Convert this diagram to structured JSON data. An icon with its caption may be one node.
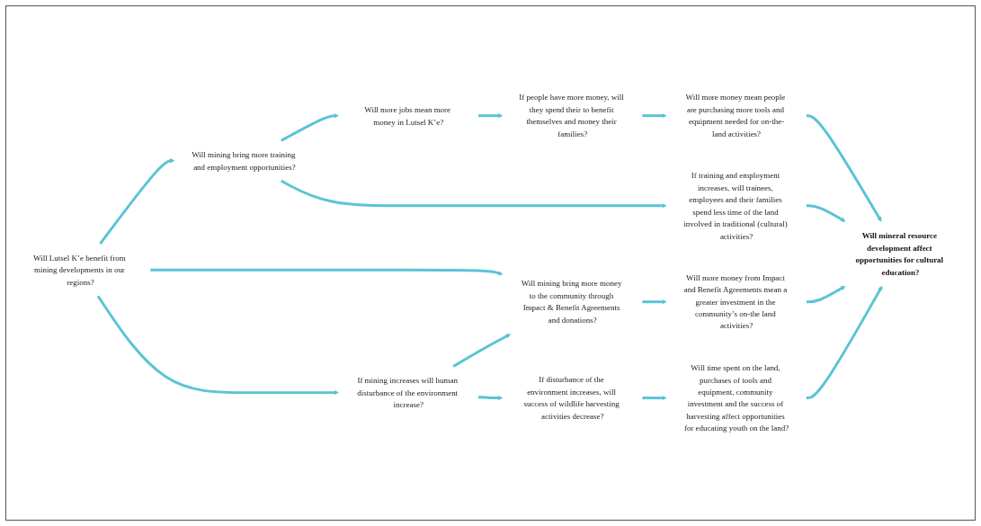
{
  "diagram": {
    "nodes": [
      {
        "text": [
          "Will Lutsel K’e benefit from mining developments in our regions?"
        ]
      },
      {
        "text": [
          "Will mining bring more training and employment opportunities?"
        ]
      },
      {
        "text": [
          "Will more jobs mean more money in Lutsel K’e?"
        ]
      },
      {
        "text": [
          "If people have more money, will they spend their to benefit themselves and money their families?"
        ]
      },
      {
        "text": [
          "Will more money mean people are purchasing more tools and equipment needed for on-the-land activities?"
        ]
      },
      {
        "text": [
          "If training and employment increases, will trainees, employees and their families spend less time of the land involved in traditional (cultural) activities?"
        ]
      },
      {
        "text": [
          "If mining increases will human disturbance of the environment increase?"
        ]
      },
      {
        "text": [
          "Will mining bring more money to the community through Impact & Benefit Agreements and donations?"
        ]
      },
      {
        "text": [
          "Will more money from Impact and Benefit Agreements mean a greater investment in the community’s on-the land activities?"
        ]
      },
      {
        "text": [
          "Will mineral resource development affect opportunities for cultural education?"
        ]
      },
      {
        "text": [
          "If disturbance of the environment increases, will success of wildlife harvesting activities decrease?"
        ]
      },
      {
        "text": [
          "Will time spent on the land, purchases of tools and equipment, community investment and the success of harvesting affect opportunities for educating youth on the land?"
        ]
      }
    ],
    "edges": [
      {
        "from": 0,
        "to": 1,
        "arrow": "to"
      },
      {
        "from": 1,
        "to": 2,
        "arrow": "to"
      },
      {
        "from": 2,
        "to": 3,
        "arrow": "to"
      },
      {
        "from": 3,
        "to": 4,
        "arrow": "to"
      },
      {
        "from": 1,
        "to": 5,
        "arrow": "to"
      },
      {
        "from": 0,
        "to": 7,
        "arrow": "to"
      },
      {
        "from": 0,
        "to": 6,
        "arrow": "to"
      },
      {
        "from": 4,
        "to": 9,
        "arrow": "to"
      },
      {
        "from": 5,
        "to": 9,
        "arrow": "to"
      },
      {
        "from": 6,
        "to": 7,
        "arrow": "to"
      },
      {
        "from": 7,
        "to": 8,
        "arrow": "to"
      },
      {
        "from": 8,
        "to": 9,
        "arrow": "to"
      },
      {
        "from": 6,
        "to": 10,
        "arrow": "to"
      },
      {
        "from": 10,
        "to": 11,
        "arrow": "to"
      },
      {
        "from": 11,
        "to": 9,
        "arrow": "to"
      }
    ]
  }
}
